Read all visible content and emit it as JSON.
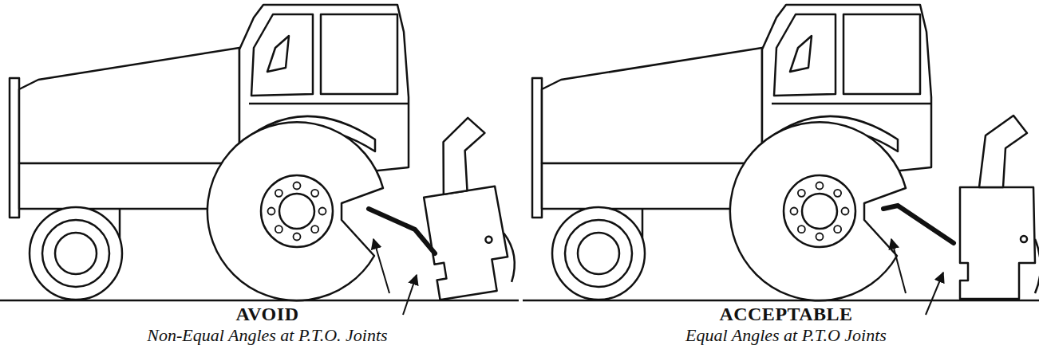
{
  "diagram": {
    "labels": [
      "AVOID",
      "Non-Equal Angles at P.T.O. Joints",
      "ACCEPTABLE",
      "Equal Angles at P.T.O Joints"
    ]
  }
}
